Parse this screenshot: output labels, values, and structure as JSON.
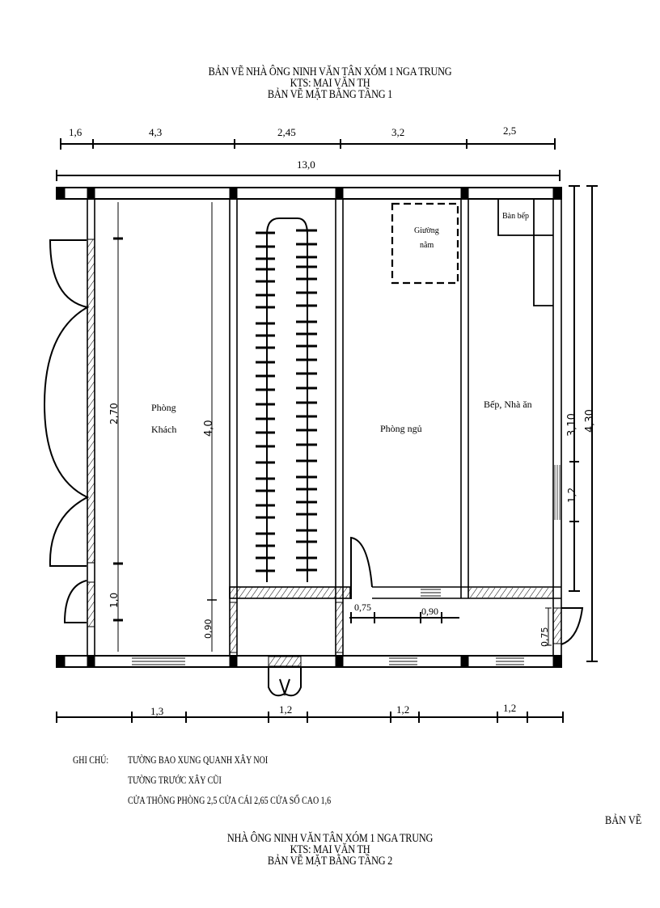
{
  "header": {
    "line1": "BẢN VẼ NHÀ ÔNG NINH VĂN TÂN XÓM 1 NGA TRUNG",
    "line2": "KTS:  MAI VĂN TH",
    "line3": "BẢN VẼ MẶT BẰNG TẦNG 1"
  },
  "dimensions": {
    "top_segments": [
      "1,6",
      "4,3",
      "2,45",
      "3,2",
      "2,5"
    ],
    "top_total": "13,0",
    "right_inner": "3,10",
    "right_window": "1,2",
    "right_total": "4,30",
    "left_upper": "2,70",
    "left_lower": "1,0",
    "living_height": "4,0",
    "living_lower": "0,90",
    "corridor_door": "0,75",
    "corridor_window": "0,90",
    "side_door": "0,75",
    "bottom_segments": [
      "1,3",
      "1,2",
      "1,2",
      "1,2"
    ]
  },
  "rooms": {
    "living": [
      "Phòng",
      "Khách"
    ],
    "bedroom": "Phòng ngủ",
    "kitchen": "Bếp, Nhà ăn",
    "bed": [
      "Giường",
      "nằm"
    ],
    "counter": "Bàn bếp"
  },
  "notes": {
    "label": "GHI CHÚ:",
    "items": [
      "TƯỜNG BAO XUNG QUANH XÂY NOI",
      "TƯỜNG TRƯỚC XÂY CŨI",
      "CỬA THÔNG PHÒNG 2,5  CỬA CÁI 2,65  CỬA SỔ CAO 1,6"
    ]
  },
  "side_label": "BẢN VẼ",
  "footer": {
    "line1": "NHÀ ÔNG NINH VĂN TÂN XÓM 1 NGA TRUNG",
    "line2": "KTS:  MAI VĂN TH",
    "line3": "BẢN VẼ MẶT BẰNG TẦNG 2"
  },
  "colors": {
    "ink": "#000000",
    "paper": "#ffffff",
    "window": "#555555"
  }
}
